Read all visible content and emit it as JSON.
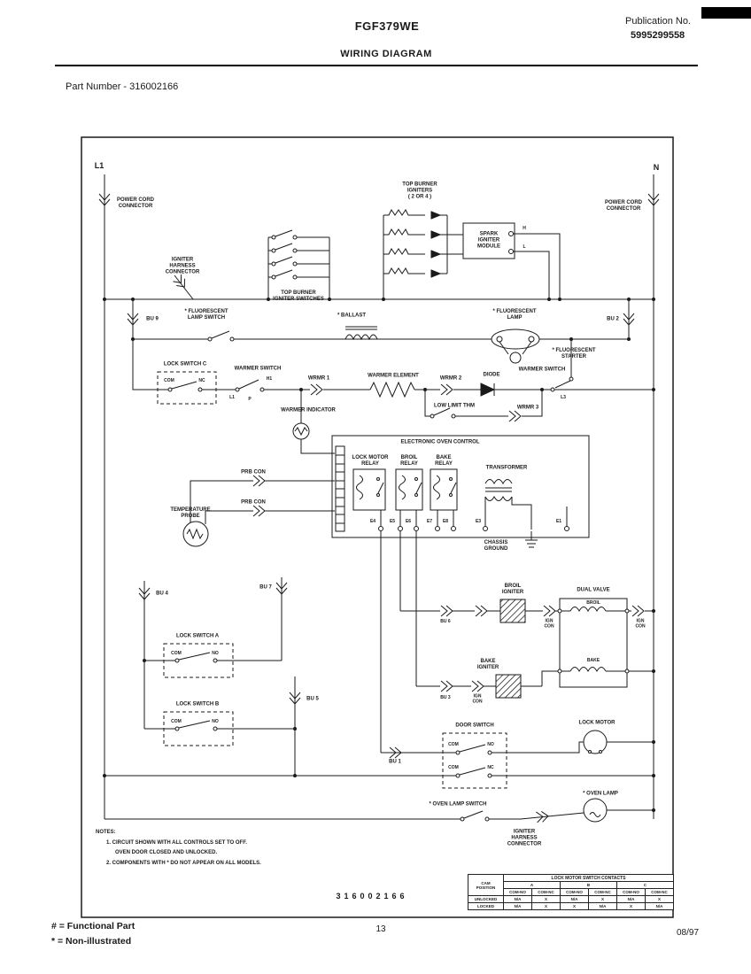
{
  "header": {
    "model": "FGF379WE",
    "publication_label": "Publication No.",
    "publication_number": "5995299558",
    "title": "WIRING DIAGRAM",
    "part_number": "Part Number - 316002166"
  },
  "diagram": {
    "l1": "L1",
    "n": "N",
    "part_number": "316002166",
    "labels": {
      "power_cord_left": "POWER CORD\nCONNECTOR",
      "power_cord_right": "POWER CORD\nCONNECTOR",
      "top_burner_igniters": "TOP BURNER\nIGNITERS\n( 2 OR 4 )",
      "spark_igniter_module": "SPARK\nIGNITER\nMODULE",
      "term_h": "H",
      "term_l": "L",
      "igniter_harness_top": "IGNITER\nHARNESS\nCONNECTOR",
      "top_burner_igniter_switches": "TOP BURNER\nIGNITER SWITCHES",
      "bu9": "BU 9",
      "bu2": "BU 2",
      "fluorescent_lamp_switch": "* FLUORESCENT\nLAMP SWITCH",
      "ballast": "* BALLAST",
      "fluorescent_lamp": "* FLUORESCENT\nLAMP",
      "fluorescent_starter": "* FLUORESCENT\nSTARTER",
      "warmer_switch_right": "WARMER SWITCH",
      "l3": "L3",
      "lock_switch_c": "LOCK SWITCH C",
      "lsc_com": "COM",
      "lsc_nc": "NC",
      "warmer_switch_left": "WARMER SWITCH",
      "ws_l1": "L1",
      "ws_p": "P",
      "ws_h1": "H1",
      "wrmr1": "WRMR 1",
      "warmer_element": "WARMER ELEMENT",
      "wrmr2": "WRMR 2",
      "diode": "DIODE",
      "low_limit": "LOW LIMIT THM",
      "wrmr3": "WRMR 3",
      "warmer_indicator": "WARMER INDICATOR",
      "eoc_title": "ELECTRONIC OVEN CONTROL",
      "lock_motor_relay": "LOCK MOTOR\nRELAY",
      "broil_relay": "BROIL\nRELAY",
      "bake_relay": "BAKE\nRELAY",
      "transformer": "TRANSFORMER",
      "prb_con_1": "PRB CON",
      "prb_con_2": "PRB CON",
      "temperature_probe": "TEMPERATURE\nPROBE",
      "chassis_ground": "CHASSIS\nGROUND",
      "e4": "E4",
      "e5": "E5",
      "e6": "E6",
      "e7": "E7",
      "e8": "E8",
      "e3": "E3",
      "e1": "E1",
      "bu4": "BU 4",
      "bu7": "BU 7",
      "bu5": "BU 5",
      "bu6": "BU 6",
      "bu3": "BU 3",
      "bu1": "BU 1",
      "broil_igniter": "BROIL\nIGNITER",
      "dual_valve": "DUAL VALVE",
      "dv_broil": "BROIL",
      "dv_bake": "BAKE",
      "ign_con_broil": "IGN\nCON",
      "ign_con_right": "IGN\nCON",
      "ign_con_bake": "IGN\nCON",
      "lock_switch_a": "LOCK SWITCH A",
      "lsa_com": "COM",
      "lsa_no": "NO",
      "lock_switch_b": "LOCK SWITCH B",
      "lsb_com": "COM",
      "lsb_no": "NO",
      "bake_igniter": "BAKE\nIGNITER",
      "door_switch": "DOOR SWITCH",
      "ds_com1": "COM",
      "ds_no": "NO",
      "ds_com2": "COM",
      "ds_nc": "NC",
      "lock_motor": "LOCK MOTOR",
      "oven_lamp_switch": "* OVEN LAMP SWITCH",
      "oven_lamp": "* OVEN LAMP",
      "igniter_harness_bottom": "IGNITER\nHARNESS\nCONNECTOR"
    },
    "notes": {
      "heading": "NOTES:",
      "line1": "1. CIRCUIT SHOWN WITH ALL CONTROLS SET TO OFF.",
      "line2": "OVEN DOOR CLOSED AND UNLOCKED.",
      "line3": "2. COMPONENTS WITH * DO NOT APPEAR ON ALL MODELS."
    },
    "contact_table": {
      "title": "LOCK MOTOR SWITCH CONTACTS",
      "cam_position": "CAM\nPOSITION",
      "groups": [
        "A",
        "B",
        "C"
      ],
      "sub_headers": [
        "COM-NO",
        "COM-NC",
        "COM-NO",
        "COM-NC",
        "COM-NO",
        "COM-NC"
      ],
      "rows": [
        {
          "label": "UNLOCKED",
          "cells": [
            "N/A",
            "X",
            "N/A",
            "X",
            "N/A",
            "X"
          ]
        },
        {
          "label": "LOCKED",
          "cells": [
            "N/A",
            "X",
            "X",
            "N/A",
            "X",
            "N/A"
          ]
        }
      ]
    }
  },
  "footer": {
    "functional_part": "# = Functional Part",
    "non_illustrated": "* = Non-illustrated",
    "page": "13",
    "date": "08/97"
  }
}
